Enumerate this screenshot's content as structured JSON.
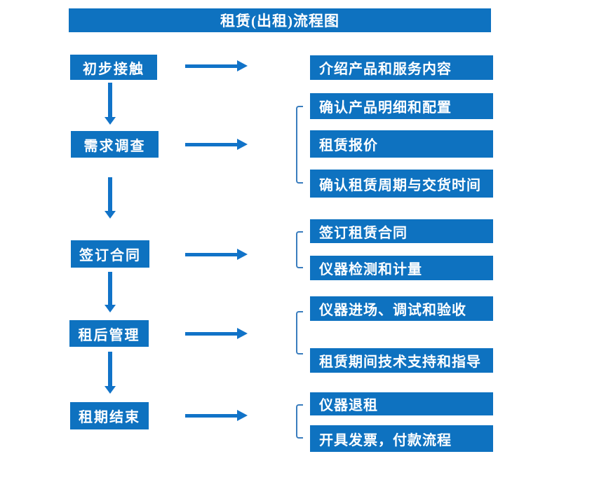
{
  "title": "租赁(出租)流程图",
  "colors": {
    "accent": "#0e72c0",
    "arrow": "#1173c8",
    "bracket": "#3a7dbe",
    "background": "#ffffff"
  },
  "stages": [
    {
      "label": "初步接触",
      "details": [
        "介绍产品和服务内容"
      ]
    },
    {
      "label": "需求调查",
      "details": [
        "确认产品明细和配置",
        "租赁报价",
        "确认租赁周期与交货时间"
      ]
    },
    {
      "label": "签订合同",
      "details": [
        "签订租赁合同",
        "仪器检测和计量"
      ]
    },
    {
      "label": "租后管理",
      "details": [
        "仪器进场、调试和验收",
        "租赁期间技术支持和指导"
      ]
    },
    {
      "label": "租期结束",
      "details": [
        "仪器退租",
        "开具发票，付款流程"
      ]
    }
  ]
}
